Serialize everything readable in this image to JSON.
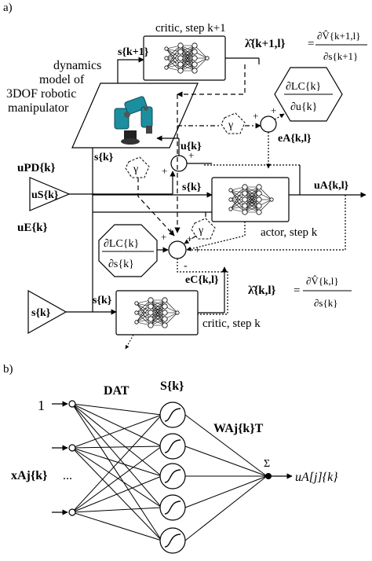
{
  "part_a": {
    "label": "a)",
    "critic_top": {
      "title": "critic, step k+1",
      "input": "s{k+1}"
    },
    "dynamics_model": {
      "line1": "dynamics",
      "line2": "model of",
      "line3": "3DOF robotic",
      "line4": "manipulator"
    },
    "lambda_top": {
      "lhs": "λ̂{k+1,l}",
      "num": "∂V̂{k+1,l}",
      "den": "∂s{k+1}"
    },
    "dL_du": {
      "num": "∂LC{k}",
      "den": "∂u{k}"
    },
    "gamma": "γ",
    "e_A": "eA{k,l}",
    "u_k": "u{k}",
    "s_k": "s{k}",
    "u_PD": "uPD{k}",
    "u_S": "uS{k}",
    "u_E": "uE{k}",
    "u_A": "uA{k,l}",
    "actor_title": "actor, step k",
    "dL_ds": {
      "num": "∂LC{k}",
      "den": "∂s{k}"
    },
    "e_C": "eC{k,l}",
    "lambda_bottom": {
      "lhs": "λ̂{k,l}",
      "num": "∂V̂{k,l}",
      "den": "∂s{k}"
    },
    "critic_bottom": {
      "title": "critic, step k"
    },
    "plus": "+",
    "minus": "-"
  },
  "part_b": {
    "label": "b)",
    "bias_input": "1",
    "weights_in": "DAT",
    "hidden": "S{k}",
    "weights_out": "WAj{k}T",
    "input_vec": "xAj{k}",
    "ellipsis": "...",
    "sum": "Σ",
    "output": "uA[j]{k}"
  }
}
